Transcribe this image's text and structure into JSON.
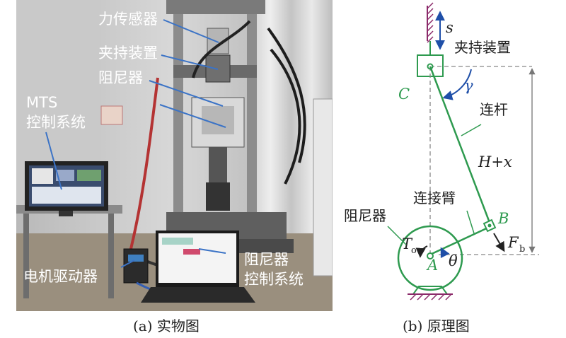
{
  "photo": {
    "labels": {
      "force_sensor": "力传感器",
      "clamp": "夹持装置",
      "damper": "阻尼器",
      "mts_line1": "MTS",
      "mts_line2": "控制系统",
      "motor_driver": "电机驱动器",
      "damper_ctrl_line1": "阻尼器",
      "damper_ctrl_line2": "控制系统"
    },
    "caption": "(a) 实物图"
  },
  "schematic": {
    "labels": {
      "s": "s",
      "clamp": "夹持装置",
      "C": "C",
      "gamma": "γ",
      "rod": "连杆",
      "H_plus_x": "H+x",
      "arm": "连接臂",
      "B": "B",
      "damper": "阻尼器",
      "T": "T",
      "T_sub": "o",
      "A": "A",
      "theta": "θ",
      "F": "F",
      "F_sub": "b"
    },
    "colors": {
      "link": "#2e9a4f",
      "arrow_blue": "#1f4fa8",
      "line": "#333333",
      "hatch": "#8b2a6a",
      "dash": "#888888"
    },
    "caption": "(b) 原理图"
  }
}
